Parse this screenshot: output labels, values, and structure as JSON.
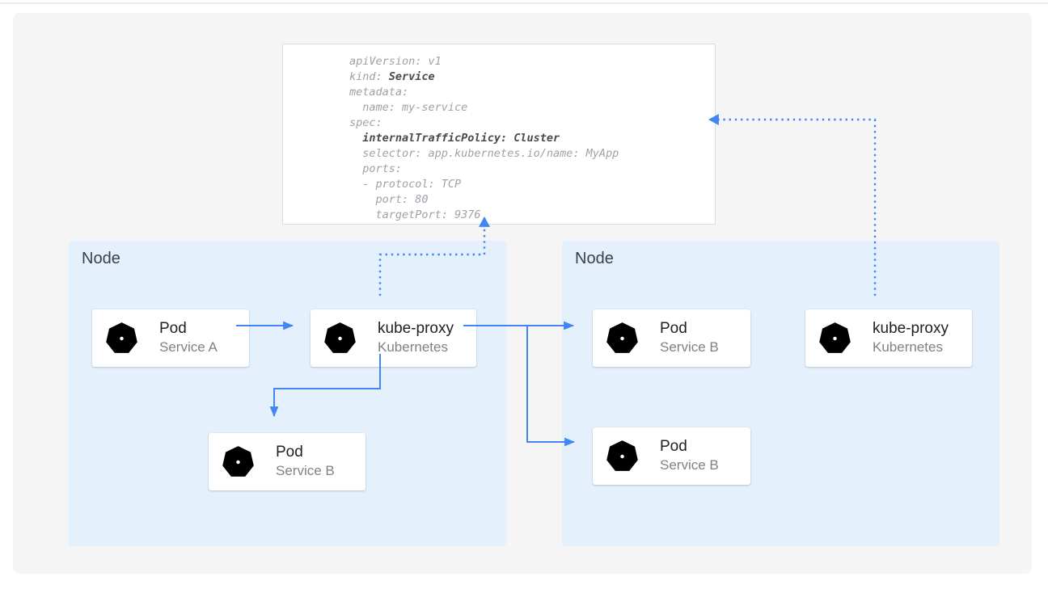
{
  "colors": {
    "accent": "#4285f4",
    "k8s_blue": "#326ce5",
    "panel_bg": "#f5f5f6",
    "node_bg": "#e4f0fc",
    "card_bg": "#ffffff",
    "code_text": "#9da2a8",
    "code_bold": "#474b50",
    "title_text": "#202124",
    "subtitle_text": "#7d8288",
    "node_label": "#3b4046"
  },
  "code_card": {
    "lines": [
      {
        "pre": "apiVersion: v1"
      },
      {
        "pre": "kind: ",
        "bold": "Service"
      },
      {
        "pre": "metadata:"
      },
      {
        "pre": "  name: my-service"
      },
      {
        "pre": "spec:"
      },
      {
        "pre": "  ",
        "bold": "internalTrafficPolicy: Cluster"
      },
      {
        "pre": "  selector: app.kubernetes.io/name: MyApp"
      },
      {
        "pre": "  ports:"
      },
      {
        "pre": "  - protocol: TCP"
      },
      {
        "pre": "    port: 80"
      },
      {
        "pre": "    targetPort: 9376"
      }
    ]
  },
  "nodes": {
    "left": {
      "label": "Node",
      "cards": {
        "pod_a": {
          "title": "Pod",
          "subtitle": "Service A",
          "icon": "kubernetes-icon"
        },
        "kube_proxy": {
          "title": "kube-proxy",
          "subtitle": "Kubernetes",
          "icon": "kubernetes-icon"
        },
        "pod_b": {
          "title": "Pod",
          "subtitle": "Service B",
          "icon": "kubernetes-icon"
        }
      }
    },
    "right": {
      "label": "Node",
      "cards": {
        "pod_top": {
          "title": "Pod",
          "subtitle": "Service B",
          "icon": "kubernetes-icon"
        },
        "kube_proxy": {
          "title": "kube-proxy",
          "subtitle": "Kubernetes",
          "icon": "kubernetes-icon"
        },
        "pod_bottom": {
          "title": "Pod",
          "subtitle": "Service B",
          "icon": "kubernetes-icon"
        }
      }
    }
  }
}
